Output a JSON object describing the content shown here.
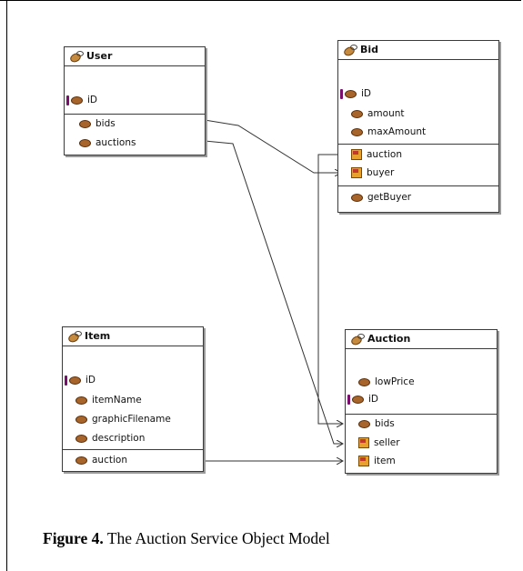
{
  "classes": {
    "user": {
      "name": "User",
      "attributes": [
        "iD"
      ],
      "operations": [
        "bids",
        "auctions"
      ]
    },
    "bid": {
      "name": "Bid",
      "attributes": [
        "iD",
        "amount",
        "maxAmount"
      ],
      "relations": [
        "auction",
        "buyer"
      ],
      "operations": [
        "getBuyer"
      ]
    },
    "item": {
      "name": "Item",
      "attributes": [
        "iD",
        "itemName",
        "graphicFilename",
        "description"
      ],
      "operations": [
        "auction"
      ]
    },
    "auction": {
      "name": "Auction",
      "attributes": [
        "lowPrice",
        "iD"
      ],
      "relations": [
        "bids",
        "seller",
        "item"
      ]
    }
  },
  "caption": {
    "label": "Figure 4.",
    "text": " The Auction Service Object Model"
  }
}
